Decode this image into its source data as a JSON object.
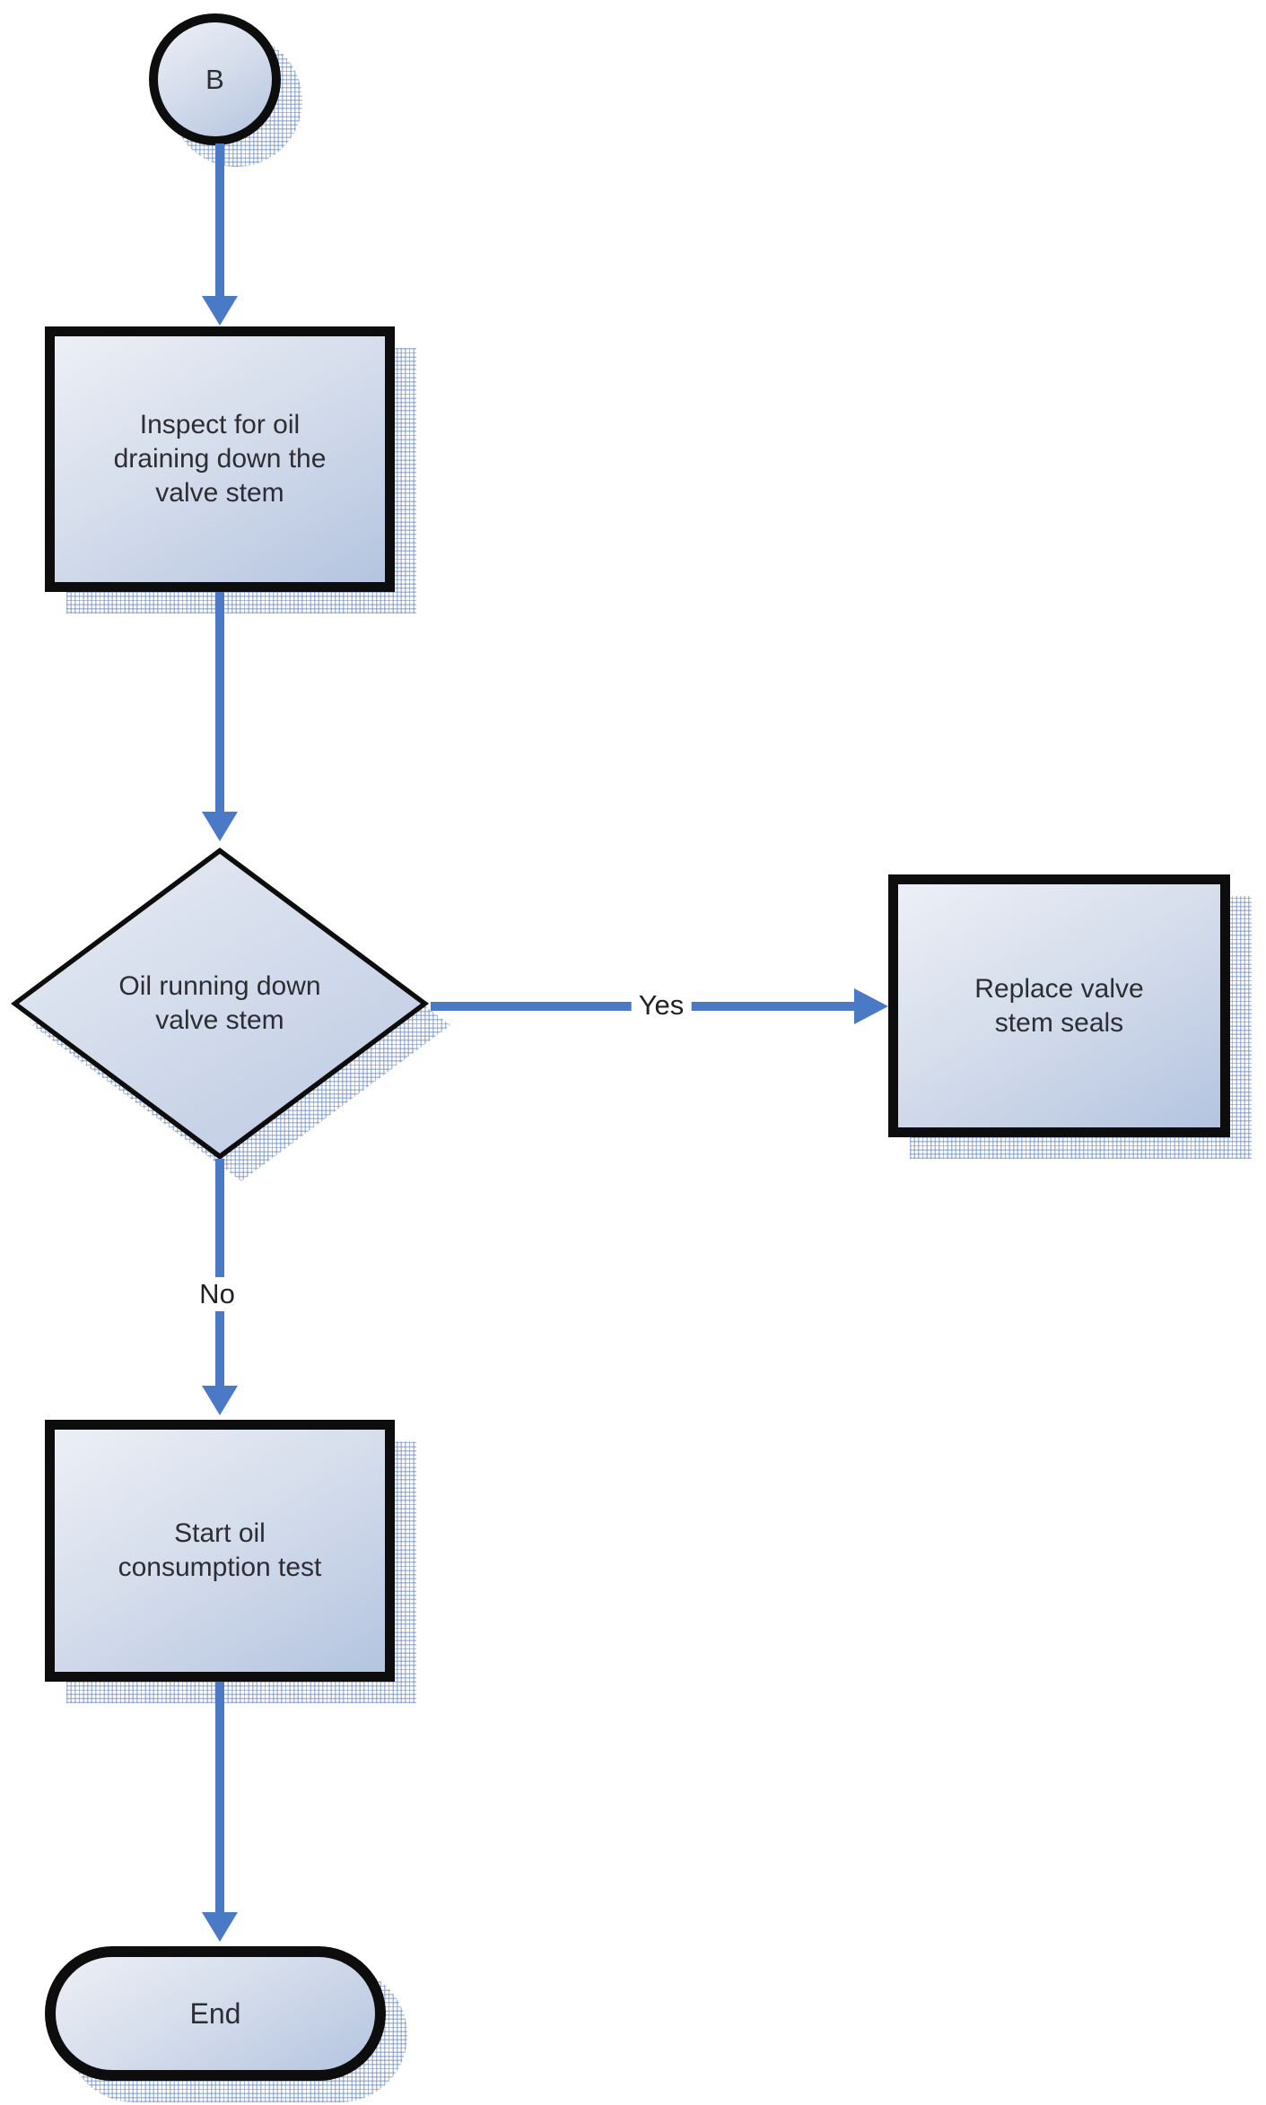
{
  "flowchart": {
    "nodes": {
      "connector_b": "B",
      "inspect": "Inspect for oil draining down the valve stem",
      "decision": "Oil running down valve stem",
      "replace": "Replace valve stem seals",
      "start_test": "Start oil consumption test",
      "end": "End"
    },
    "edge_labels": {
      "yes": "Yes",
      "no": "No"
    },
    "colors": {
      "arrow": "#4a79c6",
      "shape_border": "#0d0d0d",
      "fill_light": "#eceff6",
      "fill_dark": "#b4c4e0",
      "shadow_pattern": "#6888c0",
      "text": "#2d2d33"
    }
  }
}
